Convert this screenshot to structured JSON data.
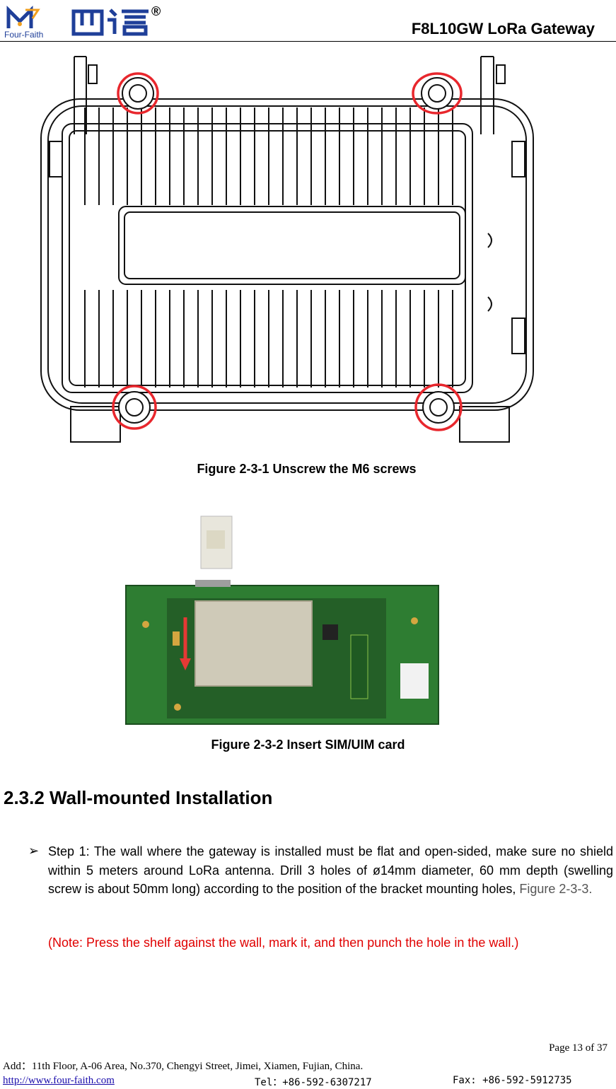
{
  "header": {
    "logo_text": "Four-Faith",
    "logo_cjk": "四信",
    "registered": "®",
    "title": "F8L10GW LoRa Gateway"
  },
  "figure1": {
    "caption": "Figure 2-3-1 Unscrew the M6 screws"
  },
  "figure2": {
    "caption": "Figure 2-3-2 Insert SIM/UIM card"
  },
  "section": {
    "heading": "2.3.2 Wall-mounted Installation",
    "bullet": "➢",
    "step": "Step 1: The wall where the gateway is installed must be flat and open-sided, make sure no shield within 5 meters around LoRa antenna. Drill 3 holes of ø14mm diameter, 60 mm depth (swelling screw is about 50mm long) according to the position of the bracket mounting holes,",
    "step_ref": "Figure 2-3-3.",
    "note": "(Note: Press the shelf against the wall, mark it, and then punch the hole in the wall.)"
  },
  "footer": {
    "page": "Page  13  of  37",
    "address": "Add：11th Floor, A-06 Area, No.370, Chengyi Street, Jimei, Xiamen, Fujian, China.",
    "link": "http://www.four-faith.com ",
    "tel": "Tel：+86-592-6307217",
    "fax": "Fax: +86-592-5912735"
  },
  "colors": {
    "highlight_circle": "#e8272d",
    "note": "#e00000",
    "pcb": "#2e7d32"
  }
}
